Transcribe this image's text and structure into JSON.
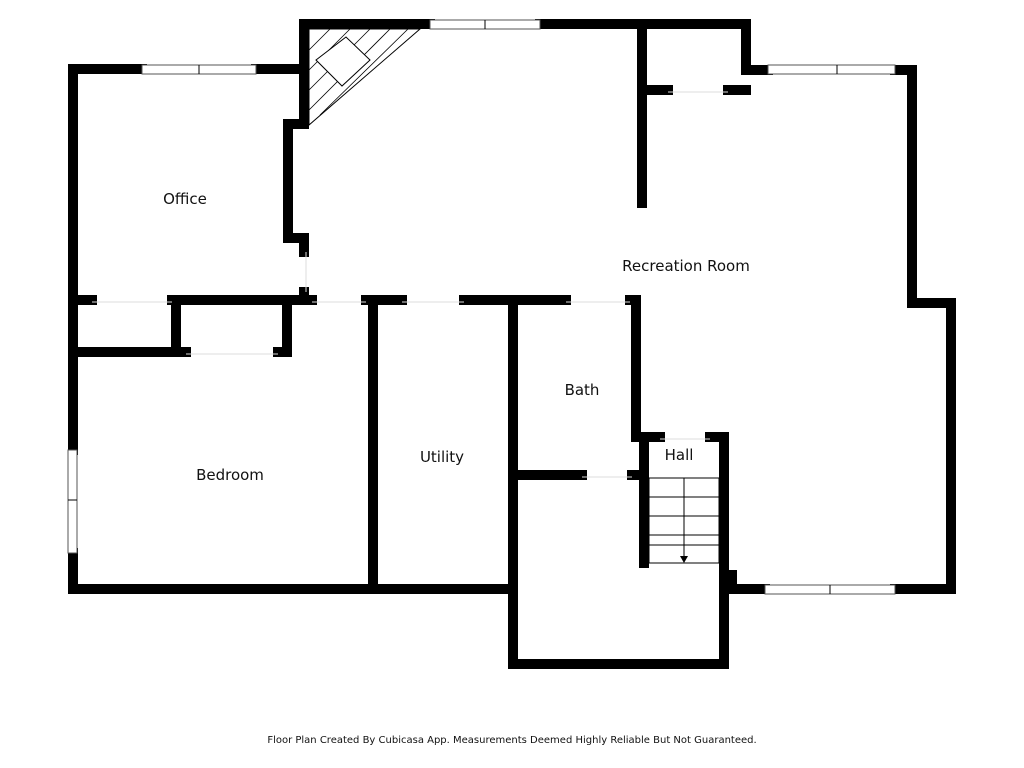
{
  "rooms": {
    "office": "Office",
    "recreation_room": "Recreation Room",
    "bath": "Bath",
    "hall": "Hall",
    "utility": "Utility",
    "bedroom": "Bedroom"
  },
  "footer": "Floor Plan Created By Cubicasa App. Measurements Deemed Highly Reliable But Not Guaranteed."
}
